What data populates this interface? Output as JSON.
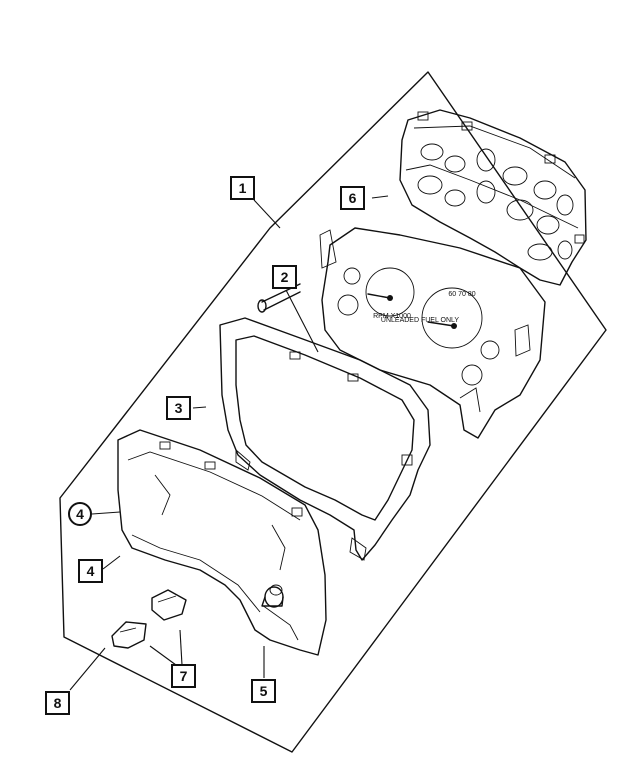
{
  "callouts": [
    {
      "id": "1",
      "shape": "box"
    },
    {
      "id": "2",
      "shape": "box"
    },
    {
      "id": "3",
      "shape": "box"
    },
    {
      "id": "4",
      "shape": "circle"
    },
    {
      "id": "4",
      "shape": "box"
    },
    {
      "id": "5",
      "shape": "box"
    },
    {
      "id": "6",
      "shape": "box"
    },
    {
      "id": "7",
      "shape": "box"
    },
    {
      "id": "8",
      "shape": "box"
    }
  ]
}
